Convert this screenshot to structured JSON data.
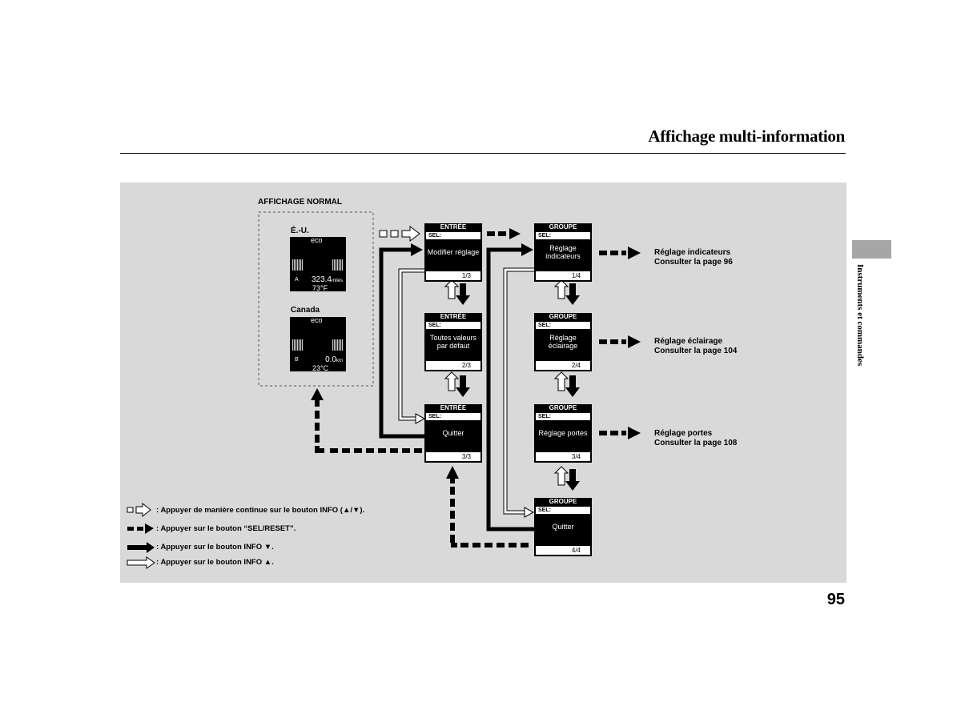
{
  "header": {
    "title": "Affichage multi-information"
  },
  "side": {
    "section": "Instruments et commandes"
  },
  "footer": {
    "page": "95"
  },
  "figure": {
    "normal_title": "AFFICHAGE NORMAL",
    "region_us": "É.-U.",
    "region_ca": "Canada",
    "us_display": {
      "eco": "eco",
      "letter": "A",
      "odo": "323.4",
      "unit": "miles",
      "temp": "73°F"
    },
    "ca_display": {
      "eco": "eco",
      "letter": "B",
      "odo": "0.0",
      "unit": "km",
      "temp": "23°C"
    },
    "entree": [
      {
        "head": "ENTRÉE",
        "sel": "SEL:",
        "label": "Modifier réglage",
        "page": "1/3"
      },
      {
        "head": "ENTRÉE",
        "sel": "SEL:",
        "label": "Toutes valeurs par défaut",
        "page": "2/3"
      },
      {
        "head": "ENTRÉE",
        "sel": "SEL:",
        "label": "Quitter",
        "page": "3/3"
      }
    ],
    "groupe": [
      {
        "head": "GROUPE",
        "sel": "SEL:",
        "label": "Réglage indicateurs",
        "page": "1/4"
      },
      {
        "head": "GROUPE",
        "sel": "SEL:",
        "label": "Réglage éclairage",
        "page": "2/4"
      },
      {
        "head": "GROUPE",
        "sel": "SEL:",
        "label": "Réglage portes",
        "page": "3/4"
      },
      {
        "head": "GROUPE",
        "sel": "SEL:",
        "label": "Quitter",
        "page": "4/4"
      }
    ],
    "targets": [
      {
        "name": "Réglage indicateurs",
        "ref": "Consulter la page 96"
      },
      {
        "name": "Réglage éclairage",
        "ref": "Consulter la page 104"
      },
      {
        "name": "Réglage portes",
        "ref": "Consulter la page 108"
      }
    ],
    "legend": [
      ": Appuyer de manière continue sur le bouton INFO (▲/▼).",
      ": Appuyer sur le bouton “SEL/RESET”.",
      ": Appuyer sur le bouton INFO ▼.",
      ": Appuyer sur le bouton INFO ▲."
    ]
  }
}
